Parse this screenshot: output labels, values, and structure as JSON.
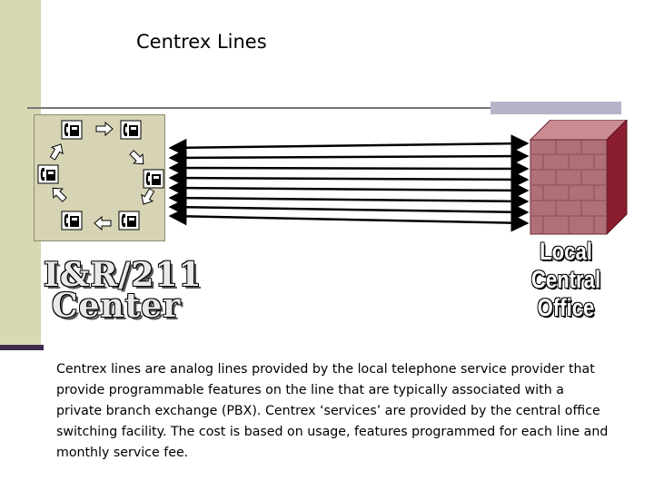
{
  "title": "Centrex Lines",
  "diagram": {
    "left_label": {
      "line1": "I&R/211",
      "line2": "Center"
    },
    "right_label": {
      "line1": "Local",
      "line2": "Central Office"
    },
    "phones": [
      "phone-icon",
      "phone-icon",
      "phone-icon",
      "phone-icon",
      "phone-icon",
      "phone-icon"
    ],
    "connection_lines": 8,
    "colors": {
      "panel": "#d6d4b4",
      "building_front": "#b07078",
      "building_side": "#8a1e2e",
      "line": "#000000"
    }
  },
  "description": "Centrex lines are analog lines provided by the local telephone service provider that provide programmable features on the line that are typically associated with a private branch exchange (PBX). Centrex ‘services’ are provided by the central office switching facility. The cost is based on usage, features programmed for each line and monthly service fee."
}
